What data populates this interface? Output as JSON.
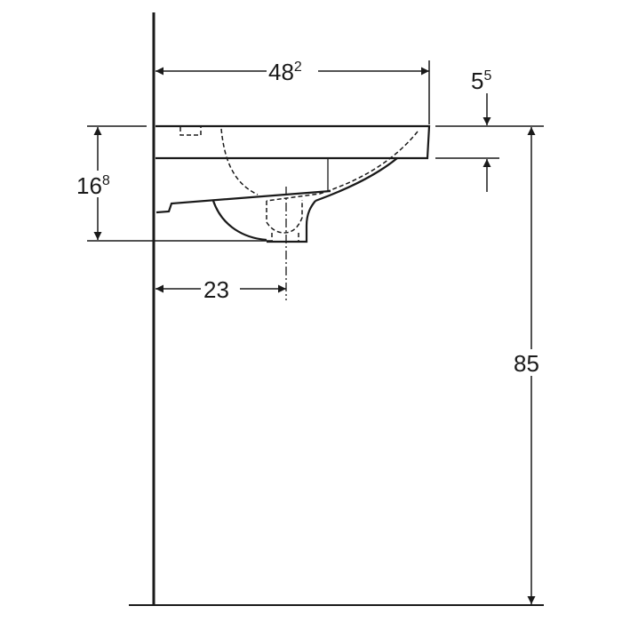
{
  "diagram": {
    "type": "washbasin side view technical drawing",
    "dimensions": {
      "width_top": {
        "main": "48",
        "sup": "2"
      },
      "rim_thickness": {
        "main": "5",
        "sup": "5"
      },
      "basin_height": {
        "main": "16",
        "sup": "8"
      },
      "drain_offset": {
        "main": "23",
        "sup": ""
      },
      "mount_height": {
        "main": "85",
        "sup": ""
      }
    },
    "colors": {
      "line": "#1a1a1a",
      "background": "#ffffff"
    }
  }
}
